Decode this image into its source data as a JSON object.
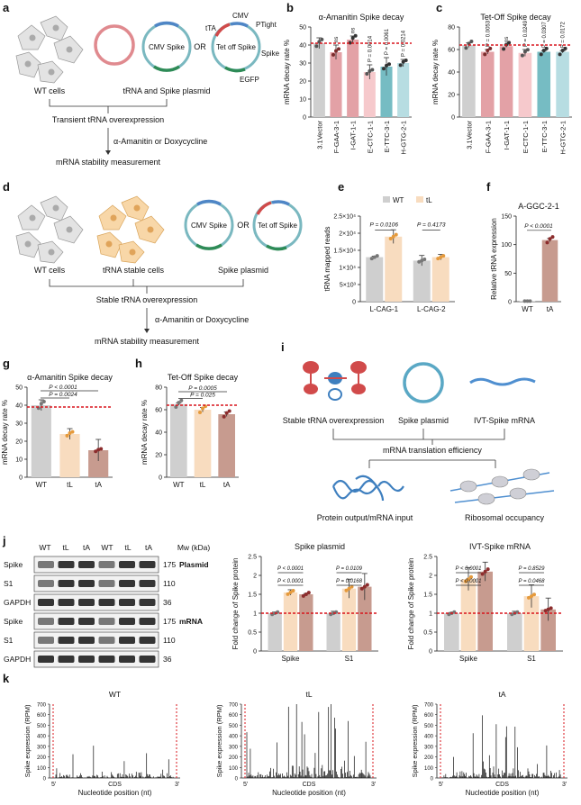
{
  "panel_letters": {
    "a": "a",
    "b": "b",
    "c": "c",
    "d": "d",
    "e": "e",
    "f": "f",
    "g": "g",
    "h": "h",
    "i": "i",
    "j": "j",
    "k": "k"
  },
  "panel_a": {
    "wt_cells": "WT cells",
    "plasmid_label": "tRNA and Spike plasmid",
    "cmv_spike": "CMV Spike",
    "or": "OR",
    "tta": "tTA",
    "cmv": "CMV",
    "ptight": "PTight",
    "tet_off_spike": "Tet off Spike",
    "spike": "Spike",
    "egfp": "EGFP",
    "step1": "Transient tRNA overexpression",
    "treatment": "α-Amanitin or Doxycycline",
    "step2": "mRNA stability measurement"
  },
  "panel_d": {
    "wt_cells": "WT cells",
    "stable_cells": "tRNA stable cells",
    "spike_plasmid": "Spike plasmid",
    "cmv_spike": "CMV Spike",
    "or": "OR",
    "tet_off_spike": "Tet off Spike",
    "step1": "Stable tRNA overexpression",
    "treatment": "α-Amanitin or Doxycycline",
    "step2": "mRNA stability measurement"
  },
  "panel_i": {
    "stable": "Stable tRNA overexpression",
    "spike_plasmid": "Spike plasmid",
    "ivt": "IVT-Spike mRNA",
    "efficiency": "mRNA translation efficiency",
    "protein_output": "Protein output/mRNA input",
    "ribosomal": "Ribosomal occupancy"
  },
  "panel_j_blot": {
    "lane_labels": [
      "WT",
      "tL",
      "tA",
      "WT",
      "tL",
      "tA"
    ],
    "mw_header": "Mw (kDa)",
    "rows": [
      {
        "label": "Spike",
        "mw": "175",
        "group": "Plasmid"
      },
      {
        "label": "S1",
        "mw": "110",
        "group": ""
      },
      {
        "label": "GAPDH",
        "mw": "36",
        "group": ""
      },
      {
        "label": "Spike",
        "mw": "175",
        "group": "mRNA"
      },
      {
        "label": "S1",
        "mw": "110",
        "group": ""
      },
      {
        "label": "GAPDH",
        "mw": "36",
        "group": ""
      }
    ]
  },
  "colors": {
    "grey": "#cfcfcf",
    "pink": "#e3a1a6",
    "pink_light": "#f6c9cc",
    "teal": "#76bcc3",
    "teal_light": "#b7dde2",
    "peach": "#f8dcbf",
    "brown": "#c79b8f",
    "dot_orange": "#e59a3c",
    "dot_dark_red": "#8c2d2d",
    "ref_line": "#d9141b"
  },
  "chart_data": [
    {
      "id": "b",
      "type": "bar",
      "title": "α-Amanitin Spike decay",
      "ylabel": "mRNA decay rate %",
      "categories": [
        "3.1Vector",
        "F-GAA-3-1",
        "I-GAT-1-1",
        "E-CTC-1-1",
        "E-TTC-3-1",
        "H-GTG-2-1"
      ],
      "values": [
        41,
        36,
        43,
        25,
        28,
        30
      ],
      "errors": [
        3,
        4,
        2,
        4,
        5,
        2
      ],
      "annotations": [
        "",
        "ns",
        "ns",
        "P = 0.0014",
        "P = 0.0061",
        "P = 0.0214"
      ],
      "ylim": [
        0,
        50
      ],
      "yticks": [
        0,
        10,
        20,
        30,
        40,
        50
      ],
      "ref_line": 41
    },
    {
      "id": "c",
      "type": "bar",
      "title": "Tet-Off Spike decay",
      "ylabel": "mRNA decay rate %",
      "categories": [
        "3.1Vector",
        "F-GAA-3-1",
        "I-GAT-1-1",
        "E-CTC-1-1",
        "E-TTC-3-1",
        "H-GTG-2-1"
      ],
      "values": [
        64,
        58,
        63,
        57,
        58,
        58
      ],
      "errors": [
        2,
        2,
        1,
        3,
        1,
        1
      ],
      "annotations": [
        "",
        "P = 0.0053",
        "ns",
        "P = 0.0249",
        "P = 0.0307",
        "P = 0.0172"
      ],
      "ylim": [
        0,
        80
      ],
      "yticks": [
        0,
        20,
        40,
        60,
        80
      ],
      "ref_line": 64
    },
    {
      "id": "e",
      "type": "bar",
      "ylabel": "tRNA mapped reads",
      "categories": [
        "L-CAG-1",
        "L-CAG-2"
      ],
      "series": [
        {
          "name": "WT",
          "values": [
            13000,
            12000
          ],
          "errors": [
            300,
            1500
          ]
        },
        {
          "name": "tL",
          "values": [
            19000,
            13000
          ],
          "errors": [
            2000,
            800
          ]
        }
      ],
      "annotations": [
        "P = 0.0106",
        "P = 0.4173"
      ],
      "ylim": [
        0,
        25000
      ],
      "ytick_labels": [
        "0",
        "5×10³",
        "1×10⁴",
        "1.5×10⁴",
        "2×10⁴",
        "2.5×10⁴"
      ],
      "legend": "top"
    },
    {
      "id": "f",
      "type": "bar",
      "title": "A-GGC-2-1",
      "ylabel": "Relative tRNA expression",
      "categories": [
        "WT",
        "tA"
      ],
      "values": [
        1,
        108
      ],
      "errors": [
        0.5,
        3
      ],
      "annotations": [
        "P < 0.0001"
      ],
      "ylim": [
        0,
        150
      ],
      "yticks": [
        0,
        50,
        100,
        150
      ]
    },
    {
      "id": "g",
      "type": "bar",
      "title": "α-Amanitin Spike decay",
      "ylabel": "mRNA decay rate %",
      "categories": [
        "WT",
        "tL",
        "tA"
      ],
      "values": [
        40,
        24,
        15
      ],
      "errors": [
        3,
        3,
        6
      ],
      "annotations": [
        "P < 0.0001",
        "P = 0.0024"
      ],
      "ylim": [
        0,
        50
      ],
      "yticks": [
        0,
        10,
        20,
        30,
        40,
        50
      ],
      "ref_line": 39
    },
    {
      "id": "h",
      "type": "bar",
      "title": "Tet-Off Spike decay",
      "ylabel": "mRNA decay rate %",
      "categories": [
        "WT",
        "tL",
        "tA"
      ],
      "values": [
        65,
        60,
        56
      ],
      "errors": [
        1,
        2,
        2
      ],
      "annotations": [
        "P = 0.0005",
        "P = 0.025"
      ],
      "ylim": [
        0,
        80
      ],
      "yticks": [
        0,
        20,
        40,
        60,
        80
      ],
      "ref_line": 64
    },
    {
      "id": "j_plasmid",
      "type": "bar",
      "title": "Spike plasmid",
      "ylabel": "Fold change of Spike protein",
      "categories": [
        "Spike",
        "S1"
      ],
      "series": [
        {
          "name": "WT",
          "values": [
            1.0,
            1.0
          ],
          "errors": [
            0.03,
            0.05
          ]
        },
        {
          "name": "tL",
          "values": [
            1.55,
            1.65
          ],
          "errors": [
            0.07,
            0.25
          ]
        },
        {
          "name": "tA",
          "values": [
            1.5,
            1.7
          ],
          "errors": [
            0.02,
            0.35
          ]
        }
      ],
      "annotations": [
        "P < 0.0001",
        "P < 0.0001",
        "P = 0.0109",
        "P = 0.0168"
      ],
      "ylim": [
        0,
        2.5
      ],
      "yticks": [
        0.0,
        0.5,
        1.0,
        1.5,
        2.0,
        2.5
      ],
      "ref_line": 1.0
    },
    {
      "id": "j_ivt",
      "type": "bar",
      "title": "IVT-Spike mRNA",
      "ylabel": "Fold change of Spike protein",
      "categories": [
        "Spike",
        "S1"
      ],
      "series": [
        {
          "name": "WT",
          "values": [
            1.0,
            1.0
          ],
          "errors": [
            0.02,
            0.05
          ]
        },
        {
          "name": "tL",
          "values": [
            1.9,
            1.45
          ],
          "errors": [
            0.3,
            0.3
          ]
        },
        {
          "name": "tA",
          "values": [
            2.1,
            1.1
          ],
          "errors": [
            0.25,
            0.3
          ]
        }
      ],
      "annotations": [
        "P < 0.0001",
        "P < 0.0001",
        "P = 0.8529",
        "P = 0.0468"
      ],
      "ylim": [
        0,
        2.5
      ],
      "yticks": [
        0.0,
        0.5,
        1.0,
        1.5,
        2.0,
        2.5
      ],
      "ref_line": 1.0
    },
    {
      "id": "k",
      "type": "line",
      "ylabel": "Spike expression (RPM)",
      "xlabel": "Nucleotide position (nt)",
      "x_tick_labels": [
        "5'",
        "CDS",
        "3'"
      ],
      "panels": [
        "WT",
        "tL",
        "tA"
      ],
      "ylim": [
        0,
        700
      ],
      "yticks": [
        0,
        100,
        200,
        300,
        400,
        500,
        600,
        700
      ]
    }
  ]
}
